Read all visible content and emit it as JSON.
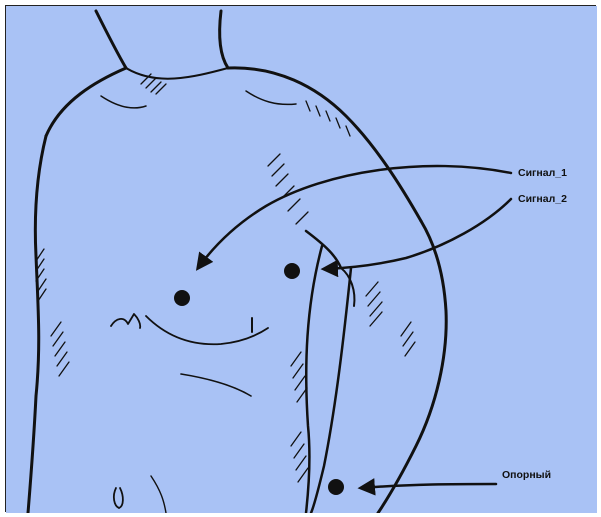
{
  "colors": {
    "background": "#a9c2f5",
    "ink": "#111111",
    "frame": "#222222"
  },
  "labels": {
    "signal_1": "Сигнал_1",
    "signal_2": "Сигнал_2",
    "reference": "Опорный"
  },
  "electrodes": [
    {
      "id": "signal_1"
    },
    {
      "id": "signal_2"
    },
    {
      "id": "reference"
    }
  ]
}
